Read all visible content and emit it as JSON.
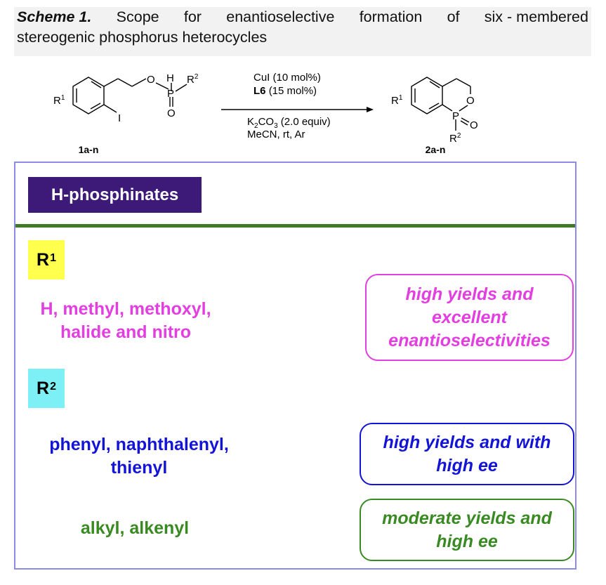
{
  "caption": {
    "label": "Scheme 1.",
    "line1_words": [
      "Scope",
      "for",
      "enantioselective",
      "formation",
      "of",
      "six - membered"
    ],
    "line2": "stereogenic phosphorus heterocycles"
  },
  "scheme": {
    "substrate_label": "1a-n",
    "product_label": "2a-n",
    "conditions": {
      "catalyst": "CuI (10 mol%)",
      "ligand_name": "L6",
      "ligand_amount": "(15 mol%)",
      "base_k": "K",
      "base_sub2": "2",
      "base_co": "CO",
      "base_sub3": "3",
      "base_rest": " (2.0 equiv)",
      "solvent": "MeCN, rt, Ar"
    }
  },
  "panel": {
    "title": "H-phosphinates",
    "r1_badge": {
      "letter": "R",
      "sup": "1"
    },
    "r2_badge": {
      "letter": "R",
      "sup": "2"
    },
    "groups": [
      {
        "line1": "H, methyl, methoxyl,",
        "line2": "halide and nitro"
      },
      {
        "line1": "phenyl, naphthalenyl,",
        "line2": "thienyl"
      },
      {
        "line1": "alkyl, alkenyl"
      }
    ],
    "results": [
      {
        "lines": [
          "high yields and",
          "excellent",
          "enantioselectivities"
        ]
      },
      {
        "lines": [
          "high yields and with",
          "high ee"
        ]
      },
      {
        "lines": [
          "moderate yields and",
          "high ee"
        ]
      }
    ]
  }
}
